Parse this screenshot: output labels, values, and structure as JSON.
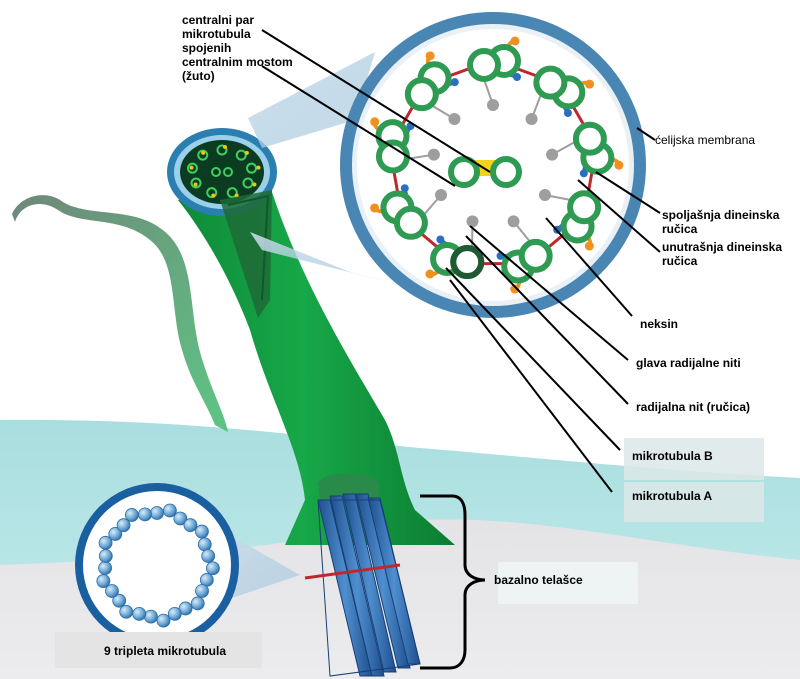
{
  "labels": {
    "central_pair_1": "centralni par",
    "central_pair_2": "mikrotubula",
    "central_pair_3": "spojenih",
    "central_pair_4": "centralnim mostom",
    "central_pair_5": "(žuto)",
    "cell_membrane": "ćelijska membrana",
    "outer_dynein_1": "spoljašnja dineinska",
    "outer_dynein_2": "ručica",
    "inner_dynein_1": "unutrašnja dineinska",
    "inner_dynein_2": "ručica",
    "nexin": "neksin",
    "radial_head": "glava radijalne niti",
    "radial_spoke": "radijalna nit (ručica)",
    "microtubule_b": "mikrotubula B",
    "microtubule_a": "mikrotubula A",
    "basal_body": "bazalno telašce",
    "triplets": "9 tripleta mikrotubula"
  },
  "colors": {
    "cilium_green": "#129a3e",
    "doublet_green": "#2e9a52",
    "membrane_blue": "#4a86b3",
    "cytoplasm": "#aee3e3",
    "nexin_red": "#c0272d",
    "outer_arm_orange": "#f0901e",
    "inner_arm_blue": "#2a6fc0",
    "spoke_gray": "#9e9e9e"
  }
}
